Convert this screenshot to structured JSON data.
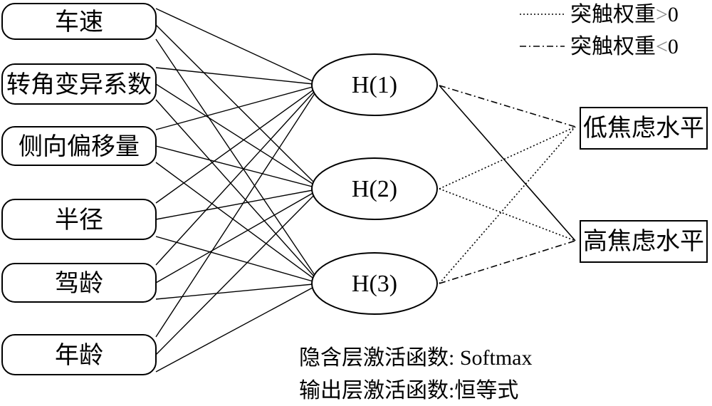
{
  "inputs": [
    {
      "label": "车速"
    },
    {
      "label": "转角变异系数"
    },
    {
      "label": "侧向偏移量"
    },
    {
      "label": "半径"
    },
    {
      "label": "驾龄"
    },
    {
      "label": "年龄"
    }
  ],
  "hidden": [
    {
      "label": "H(1)"
    },
    {
      "label": "H(2)"
    },
    {
      "label": "H(3)"
    }
  ],
  "outputs": [
    {
      "label": "低焦虑水平"
    },
    {
      "label": "高焦虑水平"
    }
  ],
  "legend": [
    {
      "text": "突触权重",
      "sym": ">",
      "val": "0",
      "style": "dotted"
    },
    {
      "text": "突触权重",
      "sym": "<",
      "val": "0",
      "style": "dashdot"
    }
  ],
  "notes": {
    "hidden_activation": "隐含层激活函数: Softmax",
    "output_activation": "输出层激活函数:恒等式"
  },
  "connections_hidden_output": [
    {
      "from": "H(1)",
      "to": "低焦虑水平",
      "weight_sign": "<0"
    },
    {
      "from": "H(1)",
      "to": "高焦虑水平",
      "weight_sign": "solid"
    },
    {
      "from": "H(2)",
      "to": "低焦虑水平",
      "weight_sign": ">0"
    },
    {
      "from": "H(2)",
      "to": "高焦虑水平",
      "weight_sign": ">0"
    },
    {
      "from": "H(3)",
      "to": "低焦虑水平",
      "weight_sign": ">0"
    },
    {
      "from": "H(3)",
      "to": "高焦虑水平",
      "weight_sign": "<0"
    }
  ]
}
